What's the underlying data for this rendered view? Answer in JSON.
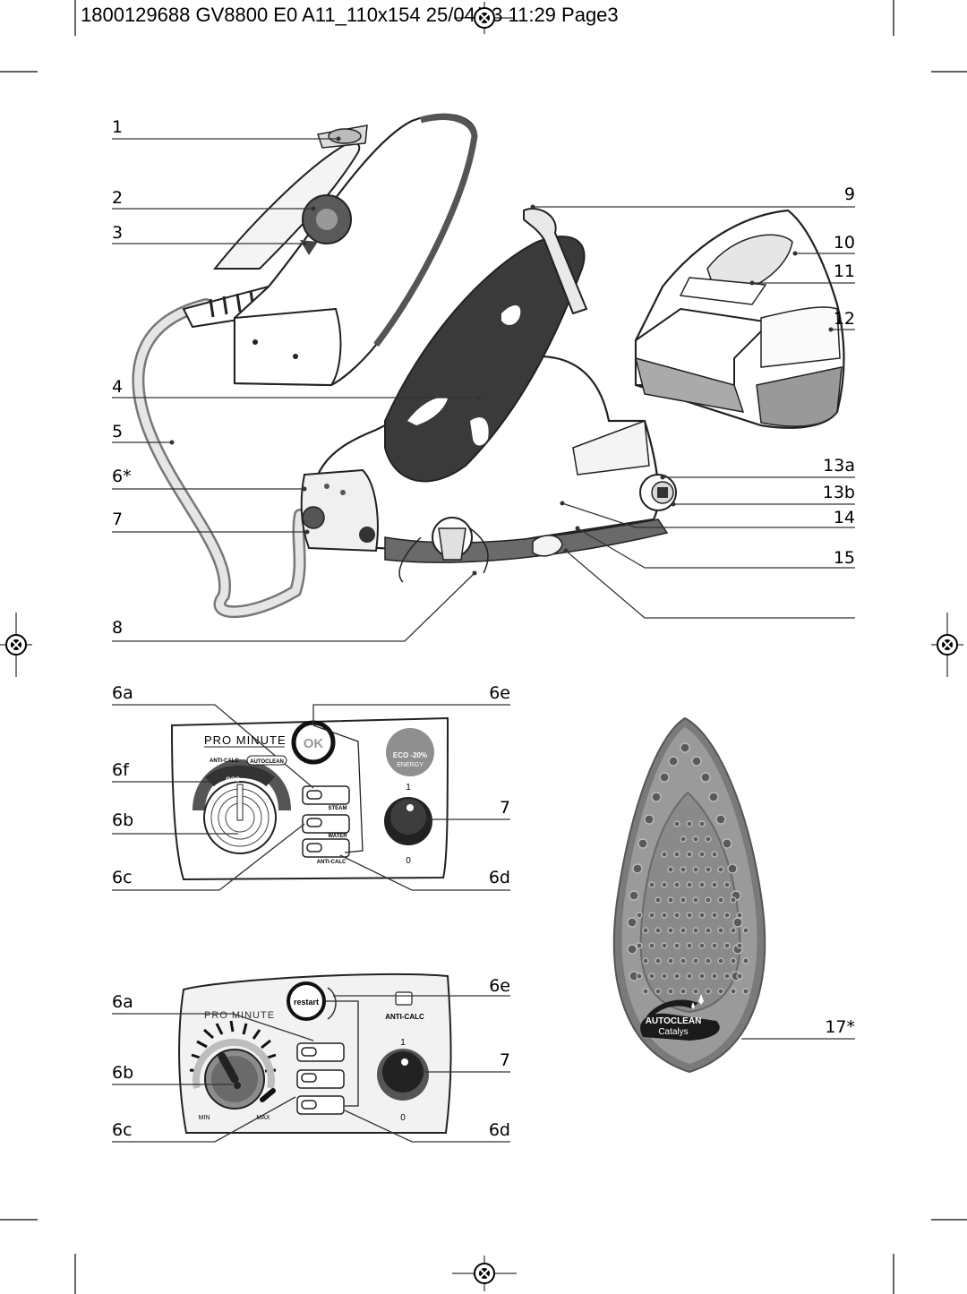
{
  "header": {
    "text": "1800129688 GV8800 E0 A11_110x154  25/04/13  11:29  Page3"
  },
  "callouts": {
    "c1": "1",
    "c2": "2",
    "c3": "3",
    "c4": "4",
    "c5": "5",
    "c6": "6*",
    "c7": "7",
    "c8": "8",
    "c9": "9",
    "c10": "10",
    "c11": "11",
    "c12": "12",
    "c13a": "13a",
    "c13b": "13b",
    "c14": "14",
    "c15": "15",
    "p1_6a": "6a",
    "p1_6e": "6e",
    "p1_6f": "6f",
    "p1_6b": "6b",
    "p1_7": "7",
    "p1_6c": "6c",
    "p1_6d": "6d",
    "p2_6a": "6a",
    "p2_6e": "6e",
    "p2_6b": "6b",
    "p2_7": "7",
    "p2_6c": "6c",
    "p2_6d": "6d",
    "c17": "17*"
  },
  "panel1": {
    "brand": "PRO MINUTE",
    "ok": "OK",
    "anticalc": "ANTI-CALC",
    "autoclean": "AUTOCLEAN",
    "eco_dial": "eco",
    "eco_badge_top": "ECO -20%",
    "eco_badge_bottom": "ENERGY",
    "steam": "STEAM",
    "water": "WATER",
    "anticalc_btn": "ANTI-CALC",
    "knob_top": "1",
    "knob_bottom": "0"
  },
  "panel2": {
    "brand": "PRO MINUTE",
    "restart": "restart",
    "anticalc": "ANTI-CALC",
    "min": "MIN",
    "max": "MAX",
    "knob_top": "1",
    "knob_bottom": "0"
  },
  "soleplate": {
    "brand": "AUTOCLEAN",
    "sub": "Catalys"
  },
  "colors": {
    "line": "#222222",
    "board_dark": "#3a3a3a",
    "panel_fill": "#f2f2f2",
    "soleplate": "#8a8a8a"
  }
}
